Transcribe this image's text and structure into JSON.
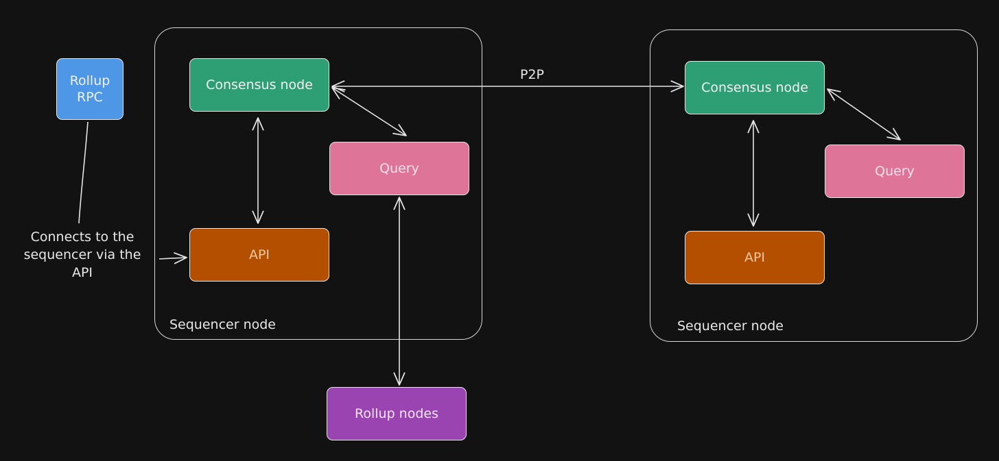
{
  "colors": {
    "background": "#121212",
    "consensus": "#2e9e74",
    "query": "#de7599",
    "api": "#b54f00",
    "rollup_nodes": "#9944b0",
    "rollup_rpc": "#4e96e6",
    "line": "#e6e6e6"
  },
  "rollup_rpc": {
    "label": "Rollup\nRPC"
  },
  "connects_note": {
    "text": "Connects to the\nsequencer via the\nAPI"
  },
  "p2p": {
    "label": "P2P"
  },
  "left_sequencer": {
    "label": "Sequencer node",
    "consensus": "Consensus node",
    "query": "Query",
    "api": "API"
  },
  "right_sequencer": {
    "label": "Sequencer node",
    "consensus": "Consensus node",
    "query": "Query",
    "api": "API"
  },
  "rollup_nodes": {
    "label": "Rollup nodes"
  }
}
